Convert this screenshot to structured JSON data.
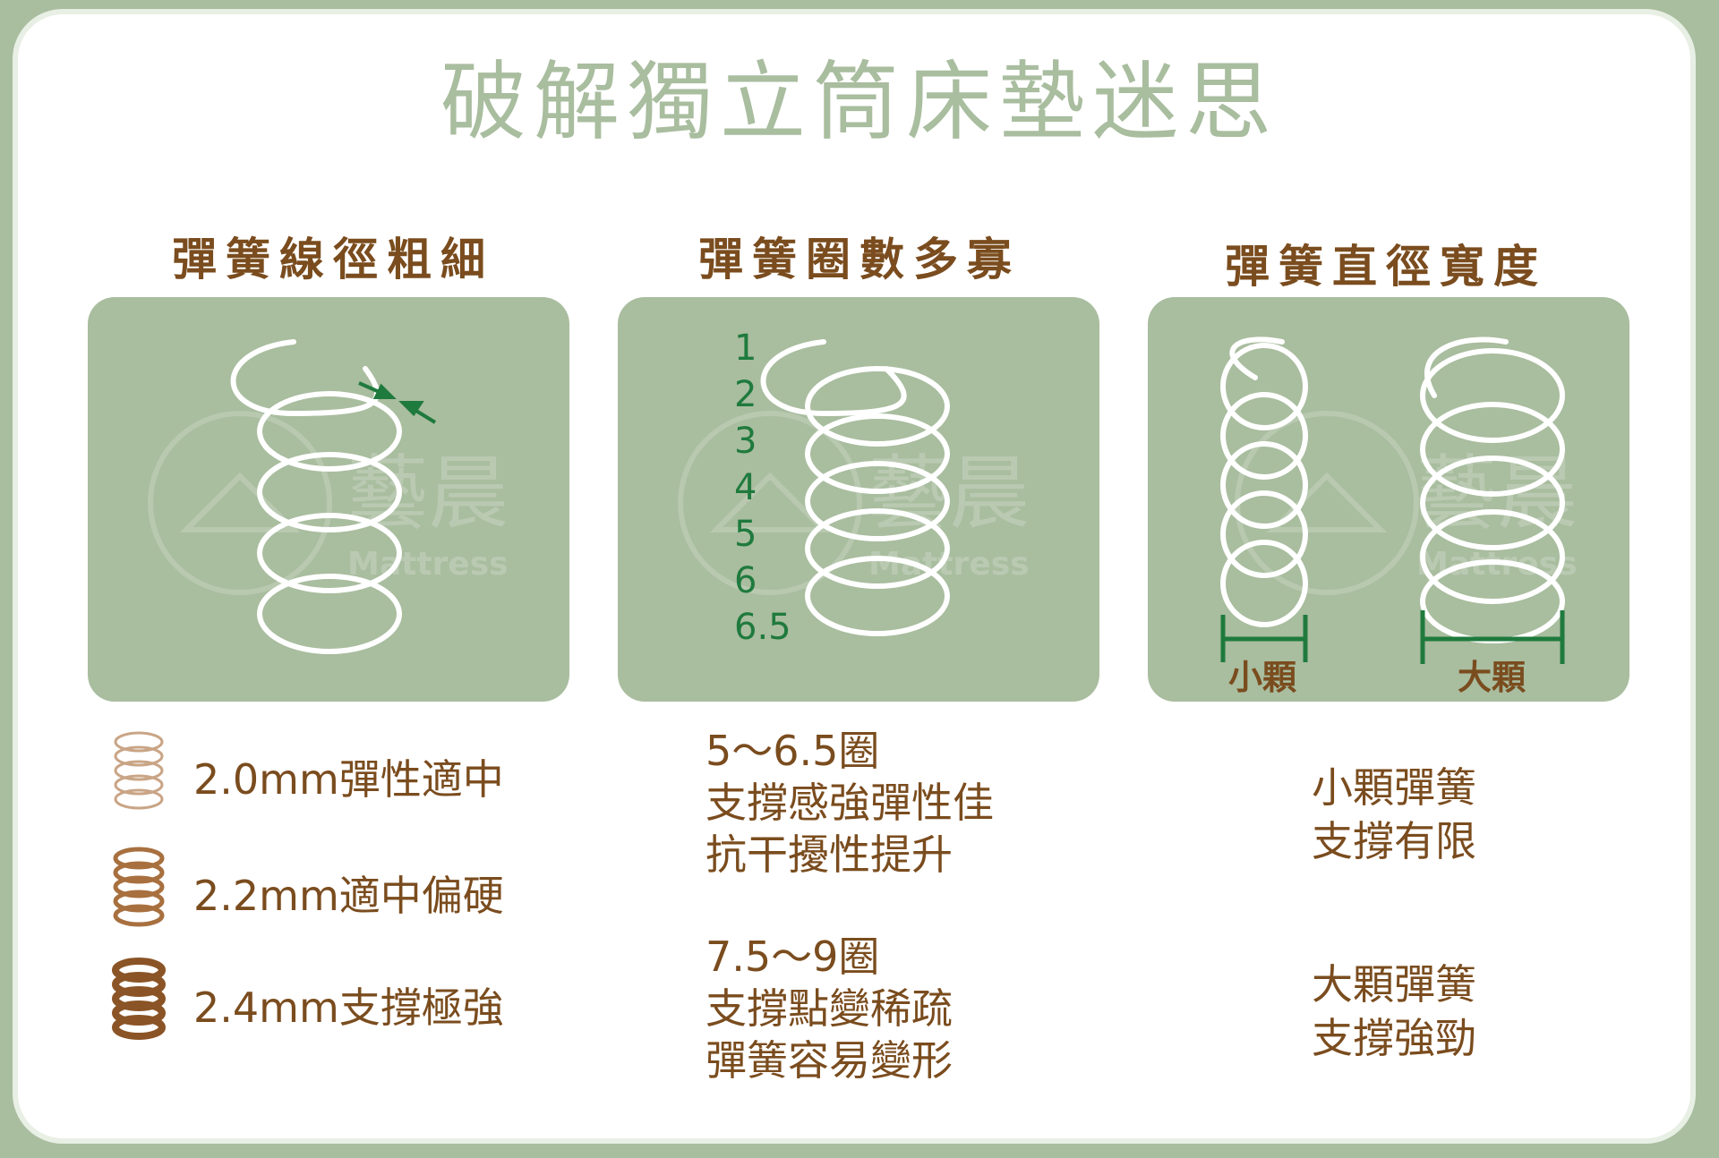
{
  "title": "破解獨立筒床墊迷思",
  "watermark": {
    "cn": "藝晨",
    "en": "Mattress"
  },
  "columns": [
    {
      "heading": "彈簧線徑粗細",
      "gauges": [
        {
          "label": "2.0mm彈性適中",
          "wire_mm": 2.0
        },
        {
          "label": "2.2mm適中偏硬",
          "wire_mm": 2.2
        },
        {
          "label": "2.4mm支撐極強",
          "wire_mm": 2.4
        }
      ]
    },
    {
      "heading": "彈簧圈數多寡",
      "coil_numbers": [
        "1",
        "2",
        "3",
        "4",
        "5",
        "6",
        "6.5"
      ],
      "notes": [
        {
          "head": "5～6.5圈",
          "lines": [
            "支撐感強彈性佳",
            "抗干擾性提升"
          ]
        },
        {
          "head": "7.5～9圈",
          "lines": [
            "支撐點變稀疏",
            "彈簧容易變形"
          ]
        }
      ]
    },
    {
      "heading": "彈簧直徑寬度",
      "small_label": "小顆",
      "large_label": "大顆",
      "notes": [
        {
          "lines": [
            "小顆彈簧",
            "支撐有限"
          ]
        },
        {
          "lines": [
            "大顆彈簧",
            "支撐強勁"
          ]
        }
      ]
    }
  ],
  "colors": {
    "panel": "#a9bd9f",
    "text_brown": "#7a4c1e",
    "title_green": "#a9bd9f",
    "accent_green": "#1f7a3d",
    "spring_white": "#ffffff",
    "gauge_light": "#c9a586",
    "gauge_mid": "#a8703f",
    "gauge_dark": "#8a5426"
  }
}
